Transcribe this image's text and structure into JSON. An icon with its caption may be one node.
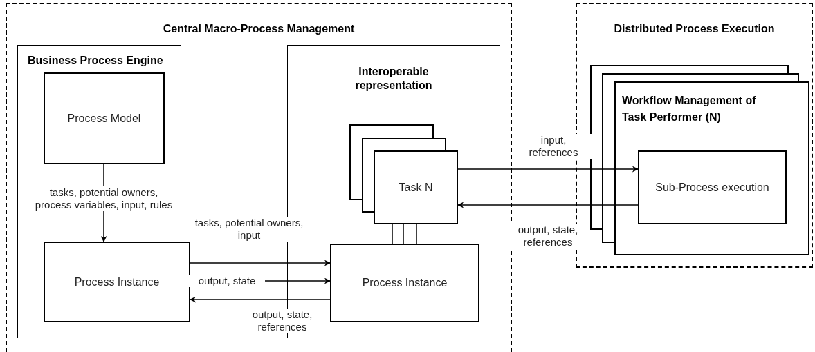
{
  "diagram": {
    "nodes": [
      {
        "text": [
          "Central Macro-Process Management"
        ]
      },
      {
        "text": [
          "Business Process Engine"
        ],
        "in": 0
      },
      {
        "text": [
          "Process Model"
        ],
        "in": 1
      },
      {
        "text": [
          "Process Instance"
        ],
        "in": 1
      },
      {
        "text": [
          "Interoperable representation"
        ],
        "in": 0
      },
      {
        "text": [
          "Task N"
        ],
        "in": 4
      },
      {
        "text": [
          "Process Instance"
        ],
        "in": 4
      },
      {
        "text": [
          "Distributed Process Execution"
        ]
      },
      {
        "text": [
          "Workflow Management of Task Performer (N)"
        ],
        "in": 7
      },
      {
        "text": [
          "Sub-Process execution"
        ],
        "in": 8
      }
    ],
    "edges": [
      {
        "from": 2,
        "to": 3,
        "arrow": "to",
        "label": "tasks, potential owners, process variables, input, rules"
      },
      {
        "from": 3,
        "to": 6,
        "arrow": "to",
        "label": "tasks, potential owners, input"
      },
      {
        "from": 3,
        "to": 6,
        "arrow": "to",
        "label": "output, state"
      },
      {
        "from": 6,
        "to": 3,
        "arrow": "to",
        "label": "output, state, references"
      },
      {
        "from": 5,
        "to": 9,
        "arrow": "to",
        "label": "input, references"
      },
      {
        "from": 9,
        "to": 5,
        "arrow": "to",
        "label": "output, state, references"
      },
      {
        "from": 5,
        "to": 6,
        "arrow": "none"
      },
      {
        "from": 5,
        "to": 6,
        "arrow": "none"
      },
      {
        "from": 5,
        "to": 6,
        "arrow": "none"
      }
    ]
  }
}
